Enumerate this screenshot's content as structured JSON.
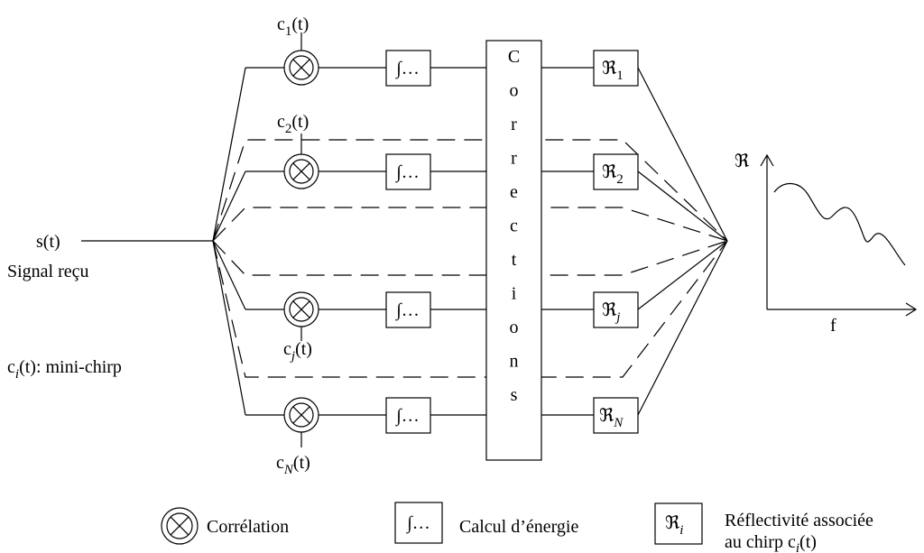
{
  "input": {
    "label": "s(t)",
    "caption": "Signal reçu"
  },
  "chirp_note": {
    "prefix": "c",
    "sub": "i",
    "suffix": "(t): mini-chirp"
  },
  "channels": [
    {
      "c_prefix": "c",
      "c_sub": "1",
      "c_suffix": "(t)",
      "energy": "∫…",
      "r_symbol": "ℜ",
      "r_sub": "1"
    },
    {
      "c_prefix": "c",
      "c_sub": "2",
      "c_suffix": "(t)",
      "energy": "∫…",
      "r_symbol": "ℜ",
      "r_sub": "2"
    },
    {
      "c_prefix": "c",
      "c_sub": "j",
      "c_suffix": "(t)",
      "energy": "∫…",
      "r_symbol": "ℜ",
      "r_sub": "j"
    },
    {
      "c_prefix": "c",
      "c_sub": "N",
      "c_suffix": "(t)",
      "energy": "∫…",
      "r_symbol": "ℜ",
      "r_sub": "N"
    }
  ],
  "corrections_letters": [
    "C",
    "o",
    "r",
    "r",
    "e",
    "c",
    "t",
    "i",
    "o",
    "n",
    "s"
  ],
  "plot": {
    "y_label": "ℜ",
    "x_label": "f"
  },
  "legend": {
    "correlation": "Corrélation",
    "energy_symbol": "∫…",
    "energy": "Calcul d’énergie",
    "refl_symbol": "ℜ",
    "refl_sub": "i",
    "refl_line1": "Réflectivité associée",
    "refl_line2_prefix": "au chirp c",
    "refl_line2_sub": "i",
    "refl_line2_suffix": "(t)"
  }
}
